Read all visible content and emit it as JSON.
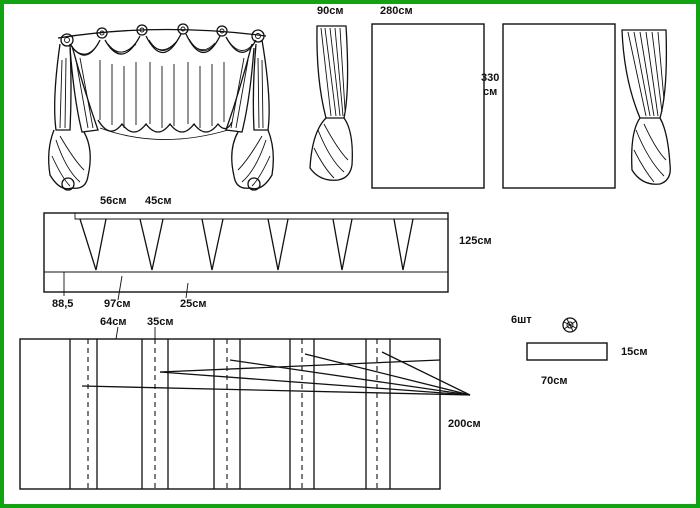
{
  "labels": {
    "curtain_side_width": "90см",
    "center_panel_width": "280см",
    "panel_height_line1": "330",
    "panel_height_line2": "см",
    "swag_top_a": "56см",
    "swag_top_b": "45см",
    "strip_height": "125см",
    "strip_bottom_a": "88,5",
    "strip_bottom_b": "97см",
    "strip_bottom_c": "25см",
    "blind_section": "64см",
    "blind_gap": "35см",
    "blind_height": "200см",
    "rosette_count": "6шт",
    "tie_height": "15см",
    "tie_width": "70см"
  },
  "colors": {
    "frame": "#12a312",
    "ink": "#111111",
    "paper": "#ffffff"
  },
  "icons": {
    "rosette": "rosette-icon"
  }
}
